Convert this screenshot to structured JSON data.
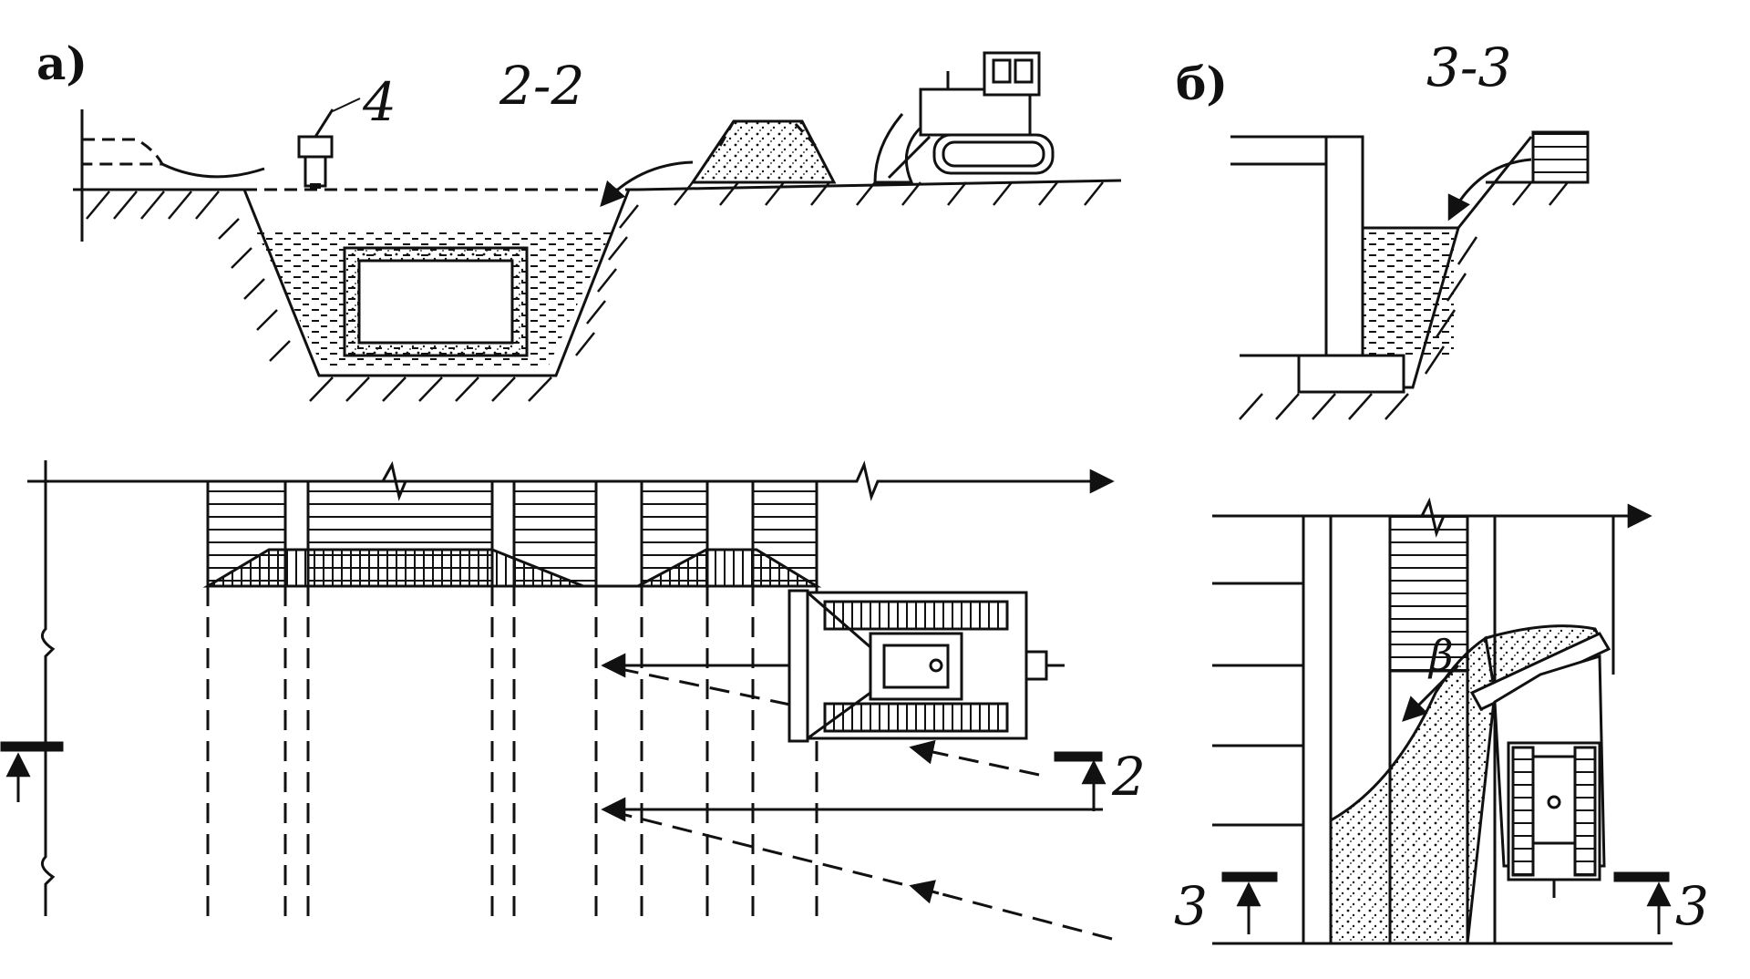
{
  "figure": {
    "part_a": {
      "label": "а)",
      "section_label": "2-2",
      "callout_number": "4",
      "cut_marker": "2"
    },
    "part_b": {
      "label": "б)",
      "section_label": "3-3",
      "angle_label": "β",
      "cut_marker_left": "3",
      "cut_marker_right": "3"
    }
  },
  "colors": {
    "ink": "#111111",
    "paper": "#ffffff"
  },
  "icons": [
    "bulldozer-icon",
    "vibrator-icon",
    "arrow-icon",
    "section-marker-icon"
  ]
}
